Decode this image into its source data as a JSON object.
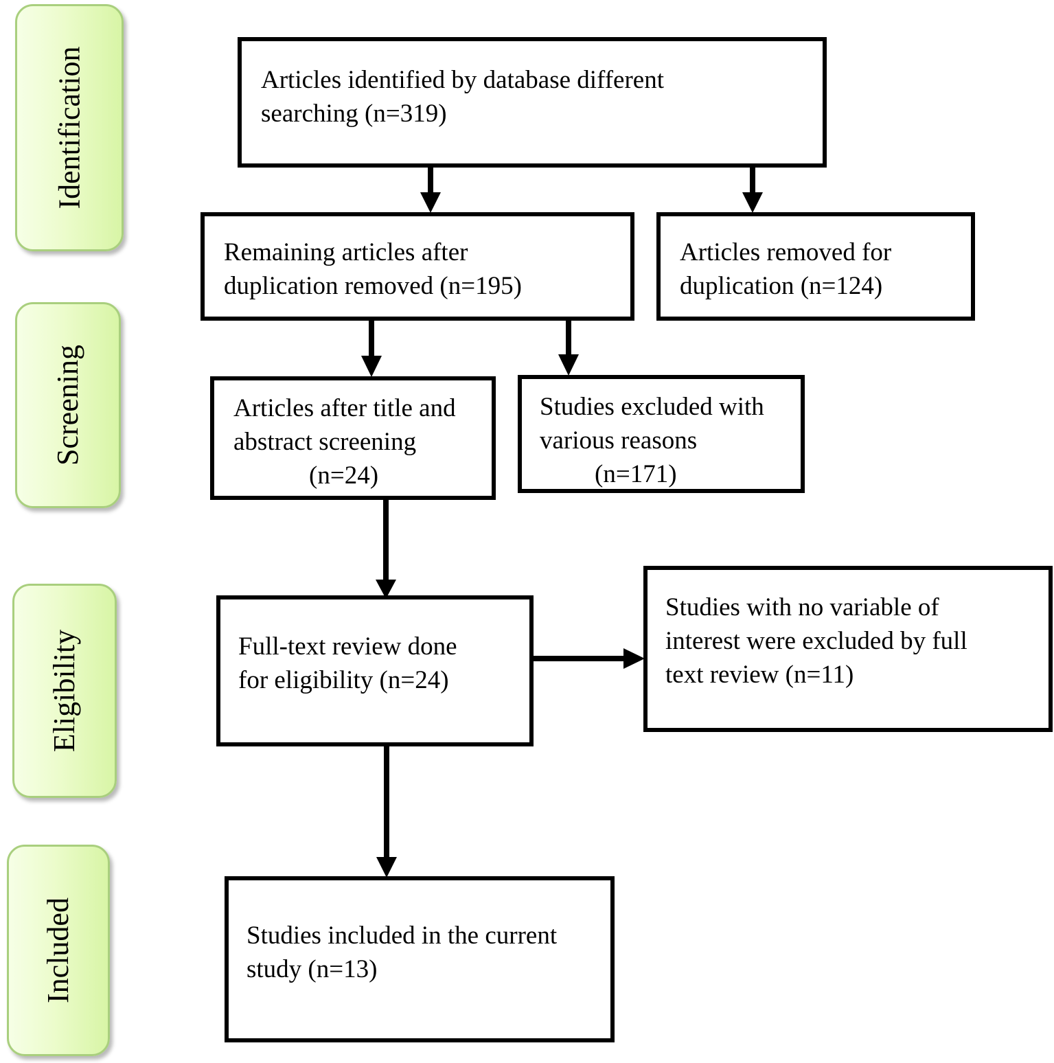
{
  "phases": {
    "identification": "Identification",
    "screening": "Screening",
    "eligibility": "Eligibility",
    "included": "Included"
  },
  "boxes": {
    "identified": "Articles identified by database different\nsearching (n=319)",
    "remaining": "Remaining articles after\nduplication removed (n=195)",
    "duplicates_removed": "Articles removed for\nduplication (n=124)",
    "screened_text": "Articles after title and\nabstract screening",
    "screened_n": "(n=24)",
    "excluded_text": "Studies excluded with\nvarious reasons",
    "excluded_n": "(n=171)",
    "fulltext": "Full-text review done\nfor eligibility (n=24)",
    "no_variable": "Studies with no variable of\ninterest were excluded by full\ntext review (n=11)",
    "included": "Studies included in the current\nstudy (n=13)"
  },
  "colors": {
    "phase_border": "#a9cf7e",
    "phase_fill": "#ecfccc",
    "line": "#000000"
  }
}
